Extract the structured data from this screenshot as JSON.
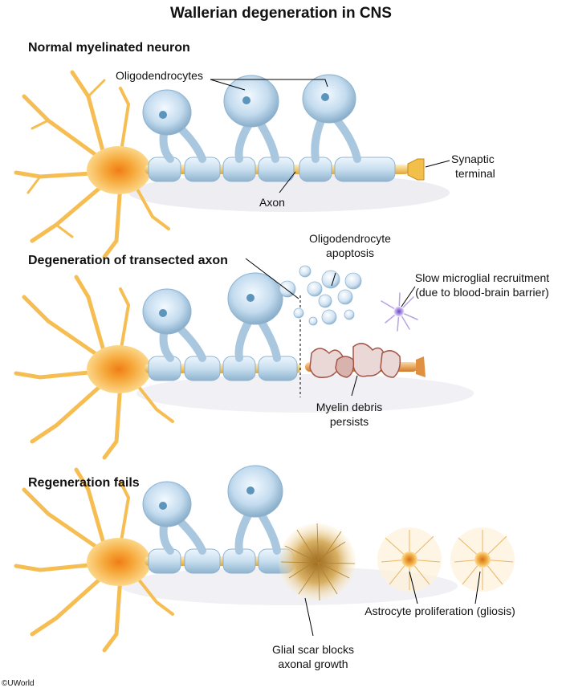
{
  "title": "Wallerian degeneration in CNS",
  "sections": {
    "normal": {
      "heading": "Normal myelinated neuron",
      "oligodendrocytes": "Oligodendrocytes",
      "axon": "Axon",
      "synaptic_terminal": [
        "Synaptic",
        "terminal"
      ]
    },
    "degeneration": {
      "heading": "Degeneration of transected axon",
      "apoptosis": [
        "Oligodendrocyte",
        "apoptosis"
      ],
      "microglia": [
        "Slow microglial recruitment",
        "(due to blood-brain barrier)"
      ],
      "debris": [
        "Myelin debris",
        "persists"
      ]
    },
    "regeneration": {
      "heading": "Regeneration fails",
      "astrocyte": "Astrocyte proliferation (gliosis)",
      "scar": [
        "Glial scar blocks",
        "axonal growth"
      ]
    }
  },
  "copyright": "©UWorld",
  "colors": {
    "neuron": "#f5b73c",
    "neuron_core": "#f08a1c",
    "myelin": "#c8dff0",
    "myelin_dark": "#8fb3cf",
    "debris": "#c9867a",
    "scar": "#d9b266",
    "astrocyte": "#e8a83c",
    "microglia": "#a58ad6"
  }
}
